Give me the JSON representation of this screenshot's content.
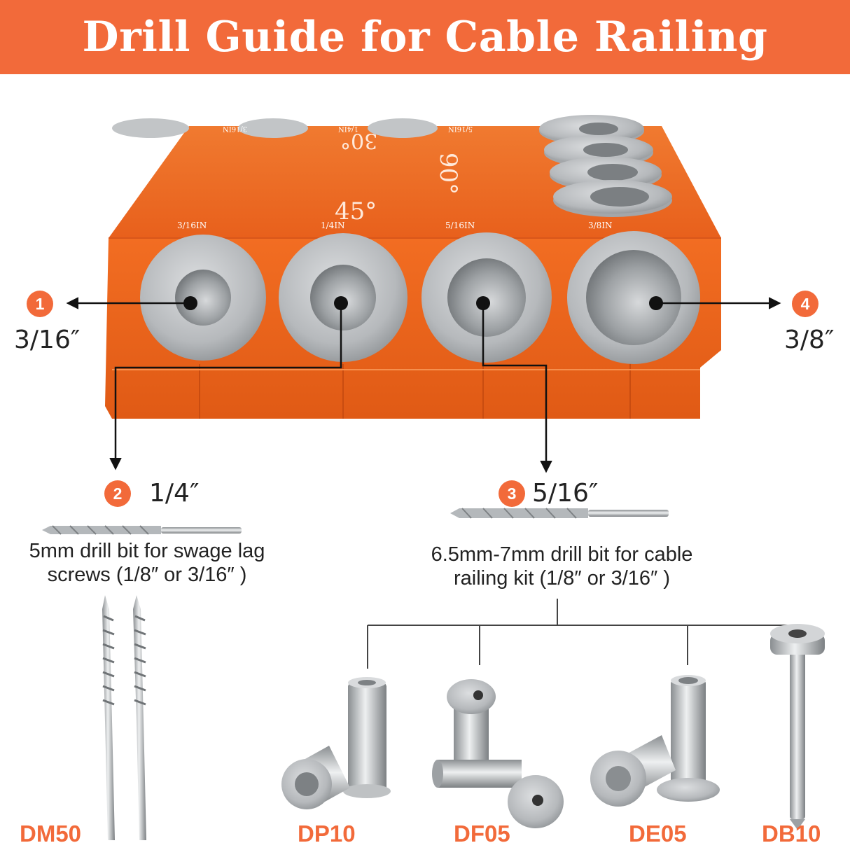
{
  "title": "Drill Guide for Cable Railing",
  "colors": {
    "accent": "#f26a3a",
    "block": "#ee6a22",
    "steel": "#b9bcbf"
  },
  "block_labels": {
    "angle_45": "45°",
    "angle_90": "90°",
    "angle_30": "30°",
    "holes": [
      "3/16IN",
      "1/4IN",
      "5/16IN",
      "3/8IN"
    ],
    "rear_holes": [
      "3/16IN",
      "1/4IN",
      "5/16IN"
    ]
  },
  "callouts": [
    {
      "number": "1",
      "size": "3/16″"
    },
    {
      "number": "2",
      "size": "1/4″"
    },
    {
      "number": "3",
      "size": "5/16″"
    },
    {
      "number": "4",
      "size": "3/8″"
    }
  ],
  "left_bit": {
    "line1": "5mm drill bit for swage lag",
    "line2": "screws (1/8″ or 3/16″ )"
  },
  "right_bit": {
    "line1": "6.5mm-7mm drill bit for cable",
    "line2": "railing kit (1/8″ or 3/16″ )"
  },
  "products": [
    "DM50",
    "DP10",
    "DF05",
    "DE05",
    "DB10"
  ],
  "icons": [
    "arrow-icon",
    "drill-bit-icon",
    "lag-screw-icon",
    "fitting-icon"
  ]
}
